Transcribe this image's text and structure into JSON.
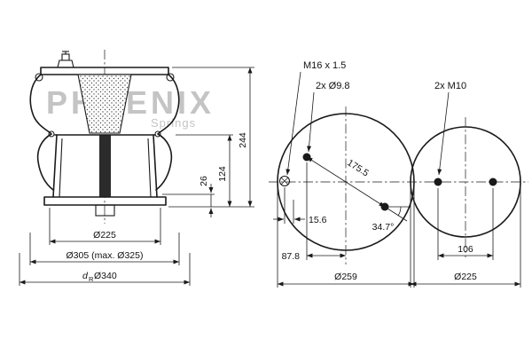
{
  "meta": {
    "background": "#ffffff",
    "line_color": "#1a1a1a",
    "watermark_color": "#c4c4c4"
  },
  "watermark": {
    "brand": "PHOENIX",
    "sub": "Springs"
  },
  "side_view": {
    "dim_height_total": "244",
    "dim_height_piston": "124",
    "dim_height_small": "26",
    "dia_plate": "Ø225",
    "dia_bellows": "Ø305 (max. Ø325)",
    "dia_design_prefix": "d",
    "dia_design_sub": "R",
    "dia_design": "Ø340"
  },
  "top_view": {
    "thread_label": "M16 x 1.5",
    "holes_label": "2x Ø9.8",
    "dim_bolt_spacing": "175.5",
    "dim_offset": "15.6",
    "angle_label": "34.7°",
    "dim_half_spacing": "87.8",
    "dia_label": "Ø259"
  },
  "bottom_view": {
    "holes_label": "2x M10",
    "dim_hole_spacing": "106",
    "dia_label": "Ø225"
  }
}
